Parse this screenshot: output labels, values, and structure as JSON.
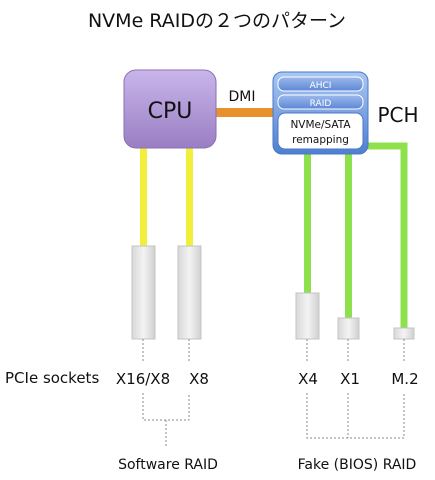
{
  "title": "NVMe RAIDの２つのパターン",
  "cpu": {
    "label": "CPU",
    "color": "#a88fd0"
  },
  "pch": {
    "label": "PCH",
    "modules": [
      "AHCI",
      "RAID"
    ],
    "remap_line1": "NVMe/SATA",
    "remap_line2": "remapping",
    "color": "#6f9be0"
  },
  "dmi": {
    "label": "DMI",
    "color": "#e8922e"
  },
  "lane_colors": {
    "cpu": "#f2ef3c",
    "pch": "#8ee04c"
  },
  "sockets": {
    "prefix": "PCIe sockets",
    "items": [
      "X16/X8",
      "X8",
      "X4",
      "X1",
      "M.2"
    ]
  },
  "groups": {
    "software": "Software RAID",
    "fake": "Fake (BIOS) RAID"
  }
}
